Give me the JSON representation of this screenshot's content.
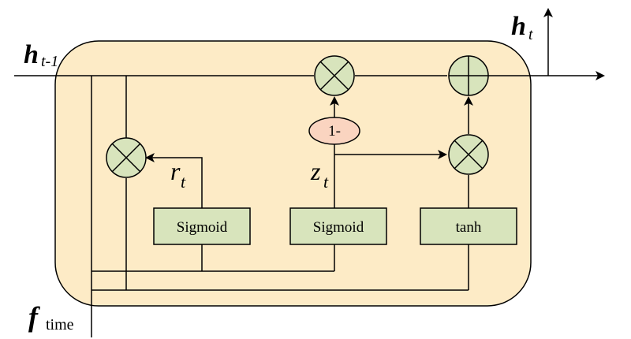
{
  "colors": {
    "cell_fill": "#fdebc6",
    "gate_fill": "#d8e4bc",
    "op_fill": "#d8e4bc",
    "one_minus_fill": "#fad4c0",
    "stroke": "#000000"
  },
  "labels": {
    "h_prev_main": "h",
    "h_prev_sub": "t-1",
    "h_out_main": "h",
    "h_out_sub": "t",
    "f_main": "f",
    "f_sub": "time",
    "r_main": "r",
    "r_sub": "t",
    "z_main": "z",
    "z_sub": "t",
    "one_minus": "1-"
  },
  "gates": {
    "reset": "Sigmoid",
    "update": "Sigmoid",
    "candidate": "tanh"
  },
  "icons": {
    "multiply": "circle-times-icon",
    "add": "circle-plus-icon",
    "arrow": "arrowhead-icon"
  }
}
